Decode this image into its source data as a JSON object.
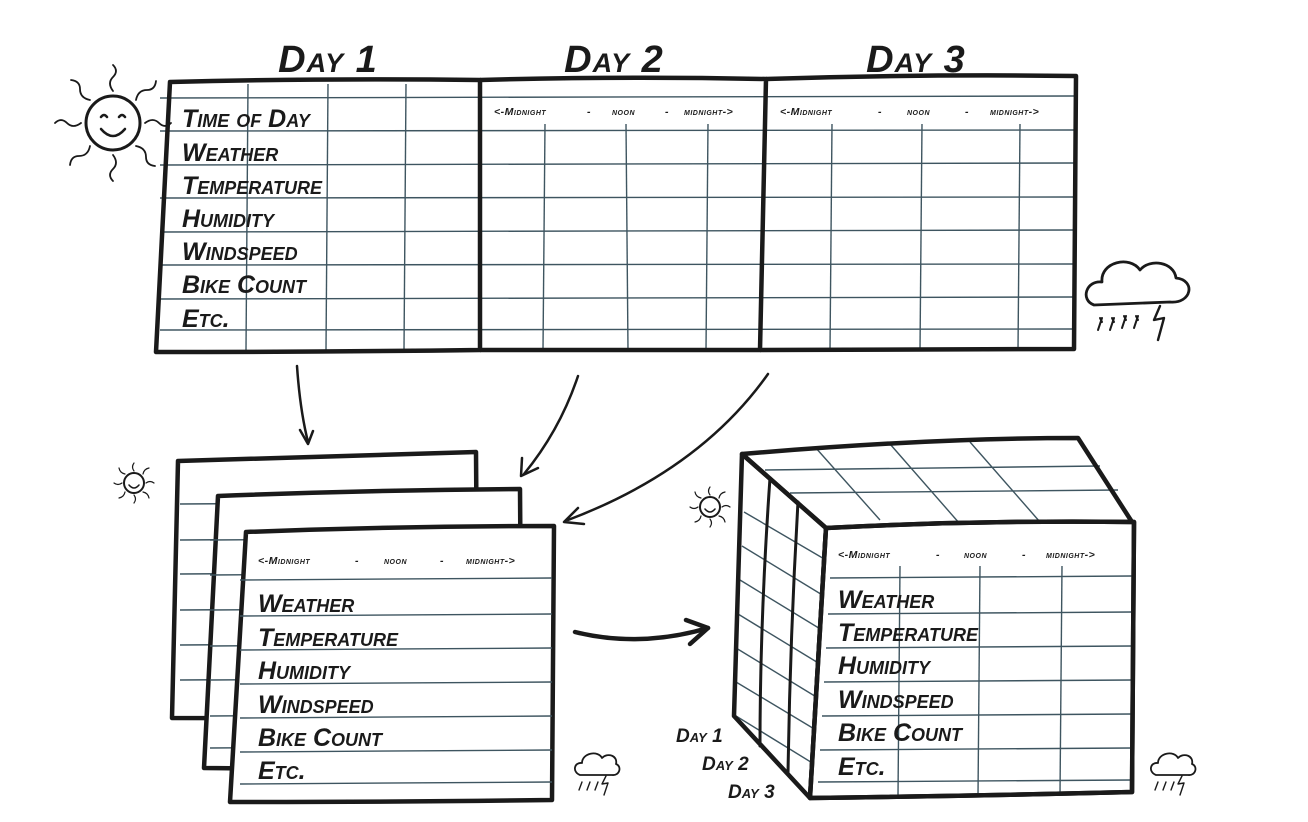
{
  "top_table": {
    "days": [
      "Day 1",
      "Day 2",
      "Day 3"
    ],
    "row_labels": [
      "Time of Day",
      "Weather",
      "Temperature",
      "Humidity",
      "Windspeed",
      "Bike Count",
      "Etc."
    ],
    "time_axis": [
      "<-Midnight",
      "-",
      "noon",
      "-",
      "midnight->"
    ]
  },
  "stacked_sheets": {
    "time_axis": [
      "<-Midnight",
      "-",
      "noon",
      "-",
      "midnight->"
    ],
    "row_labels": [
      "Weather",
      "Temperature",
      "Humidity",
      "Windspeed",
      "Bike Count",
      "Etc."
    ]
  },
  "cube": {
    "time_axis": [
      "<-Midnight",
      "-",
      "noon",
      "-",
      "midnight->"
    ],
    "row_labels": [
      "Weather",
      "Temperature",
      "Humidity",
      "Windspeed",
      "Bike Count",
      "Etc."
    ],
    "depth_labels": [
      "Day 1",
      "Day 2",
      "Day 3"
    ]
  },
  "icons": [
    "sun-icon",
    "storm-cloud-icon",
    "small-sun-icon",
    "small-storm-cloud-icon",
    "arrow-icon"
  ],
  "colors": {
    "ink": "#1a1a1a",
    "grid": "#3e5560",
    "background": "#ffffff"
  }
}
